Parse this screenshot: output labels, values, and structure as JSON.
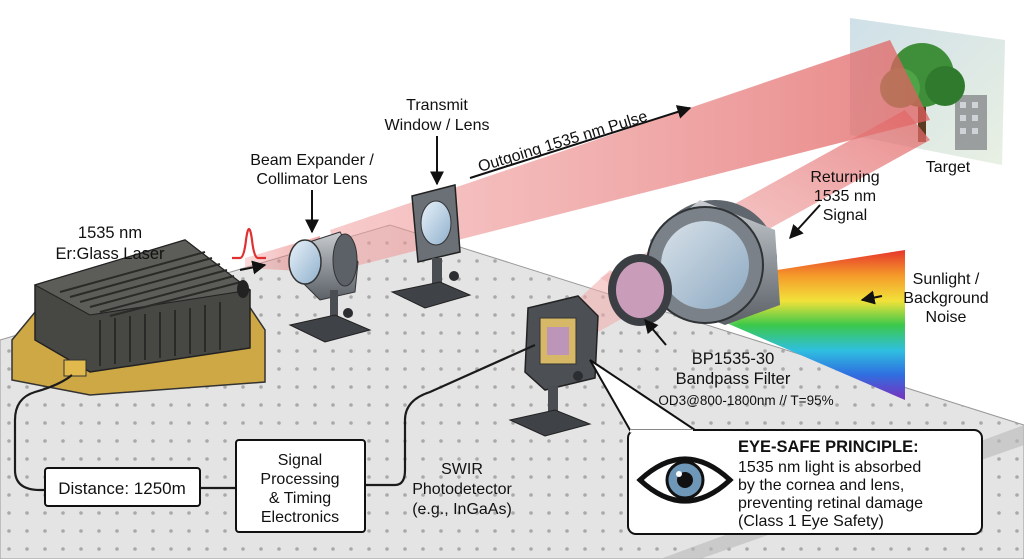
{
  "labels": {
    "laser_line1": "1535 nm",
    "laser_line2": "Er:Glass Laser",
    "expander_line1": "Beam Expander /",
    "expander_line2": "Collimator Lens",
    "window_line1": "Transmit",
    "window_line2": "Window / Lens",
    "outgoing": "Outgoing 1535 nm Pulse",
    "target": "Target",
    "returning_line1": "Returning",
    "returning_line2": "1535 nm",
    "returning_line3": "Signal",
    "sunlight_line1": "Sunlight /",
    "sunlight_line2": "Background",
    "sunlight_line3": "Noise",
    "filter_line1": "BP1535-30",
    "filter_line2": "Bandpass Filter",
    "filter_line3": "OD3@800-1800nm // T=95%",
    "detector_line1": "SWIR",
    "detector_line2": "Photodetector",
    "detector_line3": "(e.g., InGaAs)",
    "processing_line1": "Signal",
    "processing_line2": "Processing",
    "processing_line3": "& Timing",
    "processing_line4": "Electronics",
    "distance": "Distance: 1250m"
  },
  "eye_safe": {
    "title": "EYE-SAFE PRINCIPLE:",
    "line1": "1535 nm light is absorbed",
    "line2": "by the cornea and lens,",
    "line3": "preventing retinal damage",
    "line4": "(Class 1 Eye Safety)"
  },
  "colors": {
    "beam": "#e88a8a",
    "optics_table": "#e4e4e4",
    "laser_body": "#4a4a48",
    "laser_base": "#d8b24a",
    "eye_iris": "#6f98b8"
  },
  "spectrum_colors": [
    "#7b2fbe",
    "#2f6fe0",
    "#2fbfe0",
    "#3cc84a",
    "#f2e23a",
    "#f59a2a",
    "#e6352d"
  ]
}
